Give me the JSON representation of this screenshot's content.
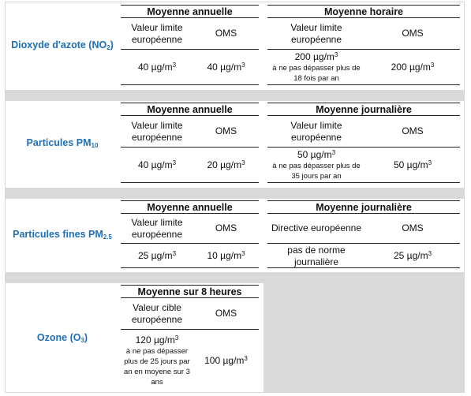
{
  "rows": [
    {
      "pollutant": {
        "name": "Dioxyde d'azote (NO",
        "sub": "2",
        "suffix": ")"
      },
      "annual": {
        "title": "Moyenne annuelle",
        "col1_header": "Valeur limite européenne",
        "col2_header": "OMS",
        "col1_value": "40 µg/m",
        "col1_sup": "3",
        "col2_value": "40 µg/m",
        "col2_sup": "3"
      },
      "short": {
        "title": "Moyenne horaire",
        "col1_header": "Valeur limite européenne",
        "col2_header": "OMS",
        "col1_value": "200 µg/m",
        "col1_sup": "3",
        "col1_note": "à ne pas dépasser plus de 18 fois par an",
        "col2_value": "200 µg/m",
        "col2_sup": "3"
      }
    },
    {
      "pollutant": {
        "name": "Particules PM",
        "sub": "10",
        "suffix": ""
      },
      "annual": {
        "title": "Moyenne annuelle",
        "col1_header": "Valeur limite européenne",
        "col2_header": "OMS",
        "col1_value": "40 µg/m",
        "col1_sup": "3",
        "col2_value": "20 µg/m",
        "col2_sup": "3"
      },
      "short": {
        "title": "Moyenne journalière",
        "col1_header": "Valeur limite européenne",
        "col2_header": "OMS",
        "col1_value": "50 µg/m",
        "col1_sup": "3",
        "col1_note": "à ne pas dépasser plus de 35 jours par an",
        "col2_value": "50 µg/m",
        "col2_sup": "3"
      }
    },
    {
      "pollutant": {
        "name": "Particules fines PM",
        "sub": "2.5",
        "suffix": ""
      },
      "annual": {
        "title": "Moyenne annuelle",
        "col1_header": "Valeur limite européenne",
        "col2_header": "OMS",
        "col1_value": "25 µg/m",
        "col1_sup": "3",
        "col2_value": "10 µg/m",
        "col2_sup": "3"
      },
      "short": {
        "title": "Moyenne journalière",
        "col1_header": "Directive européenne",
        "col2_header": "OMS",
        "col1_value": "pas de norme journalière",
        "col2_value": "25 µg/m",
        "col2_sup": "3"
      }
    },
    {
      "pollutant": {
        "name": "Ozone (O",
        "sub": "3",
        "suffix": ")"
      },
      "annual": {
        "title": "Moyenne sur 8 heures",
        "col1_header": "Valeur cible européenne",
        "col2_header": "OMS",
        "col1_value": "120 µg/m",
        "col1_sup": "3",
        "col1_note": "à ne pas dépasser plus de 25 jours par an en moyene sur 3 ans",
        "col2_value": "100 µg/m",
        "col2_sup": "3"
      }
    }
  ]
}
